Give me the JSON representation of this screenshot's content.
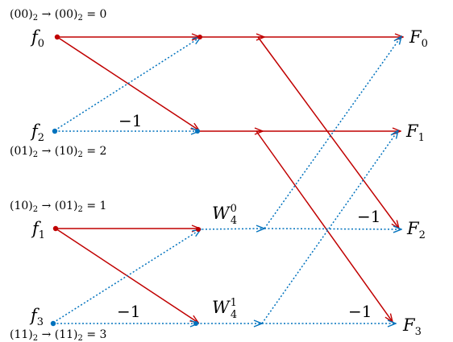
{
  "colors": {
    "red": "#c00000",
    "blue": "#0072bd",
    "text": "#000000"
  },
  "inputs": [
    {
      "id": "f0",
      "base": "f",
      "sub": "0"
    },
    {
      "id": "f2",
      "base": "f",
      "sub": "2"
    },
    {
      "id": "f1",
      "base": "f",
      "sub": "1"
    },
    {
      "id": "f3",
      "base": "f",
      "sub": "3"
    }
  ],
  "outputs": [
    {
      "id": "F0",
      "base": "F",
      "sub": "0"
    },
    {
      "id": "F1",
      "base": "F",
      "sub": "1"
    },
    {
      "id": "F2",
      "base": "F",
      "sub": "2"
    },
    {
      "id": "F3",
      "base": "F",
      "sub": "3"
    }
  ],
  "bit_reversal": [
    {
      "left": "(00)",
      "lsub": "2",
      "right": "(00)",
      "rsub": "2",
      "value": "0"
    },
    {
      "left": "(01)",
      "lsub": "2",
      "right": "(10)",
      "rsub": "2",
      "value": "2"
    },
    {
      "left": "(10)",
      "lsub": "2",
      "right": "(01)",
      "rsub": "2",
      "value": "1"
    },
    {
      "left": "(11)",
      "lsub": "2",
      "right": "(11)",
      "rsub": "2",
      "value": "3"
    }
  ],
  "twiddles": [
    {
      "base": "W",
      "sub": "4",
      "sup": "0"
    },
    {
      "base": "W",
      "sub": "4",
      "sup": "1"
    }
  ],
  "minus_one": "−1",
  "arrow_sym": "→",
  "eq_sym": "="
}
